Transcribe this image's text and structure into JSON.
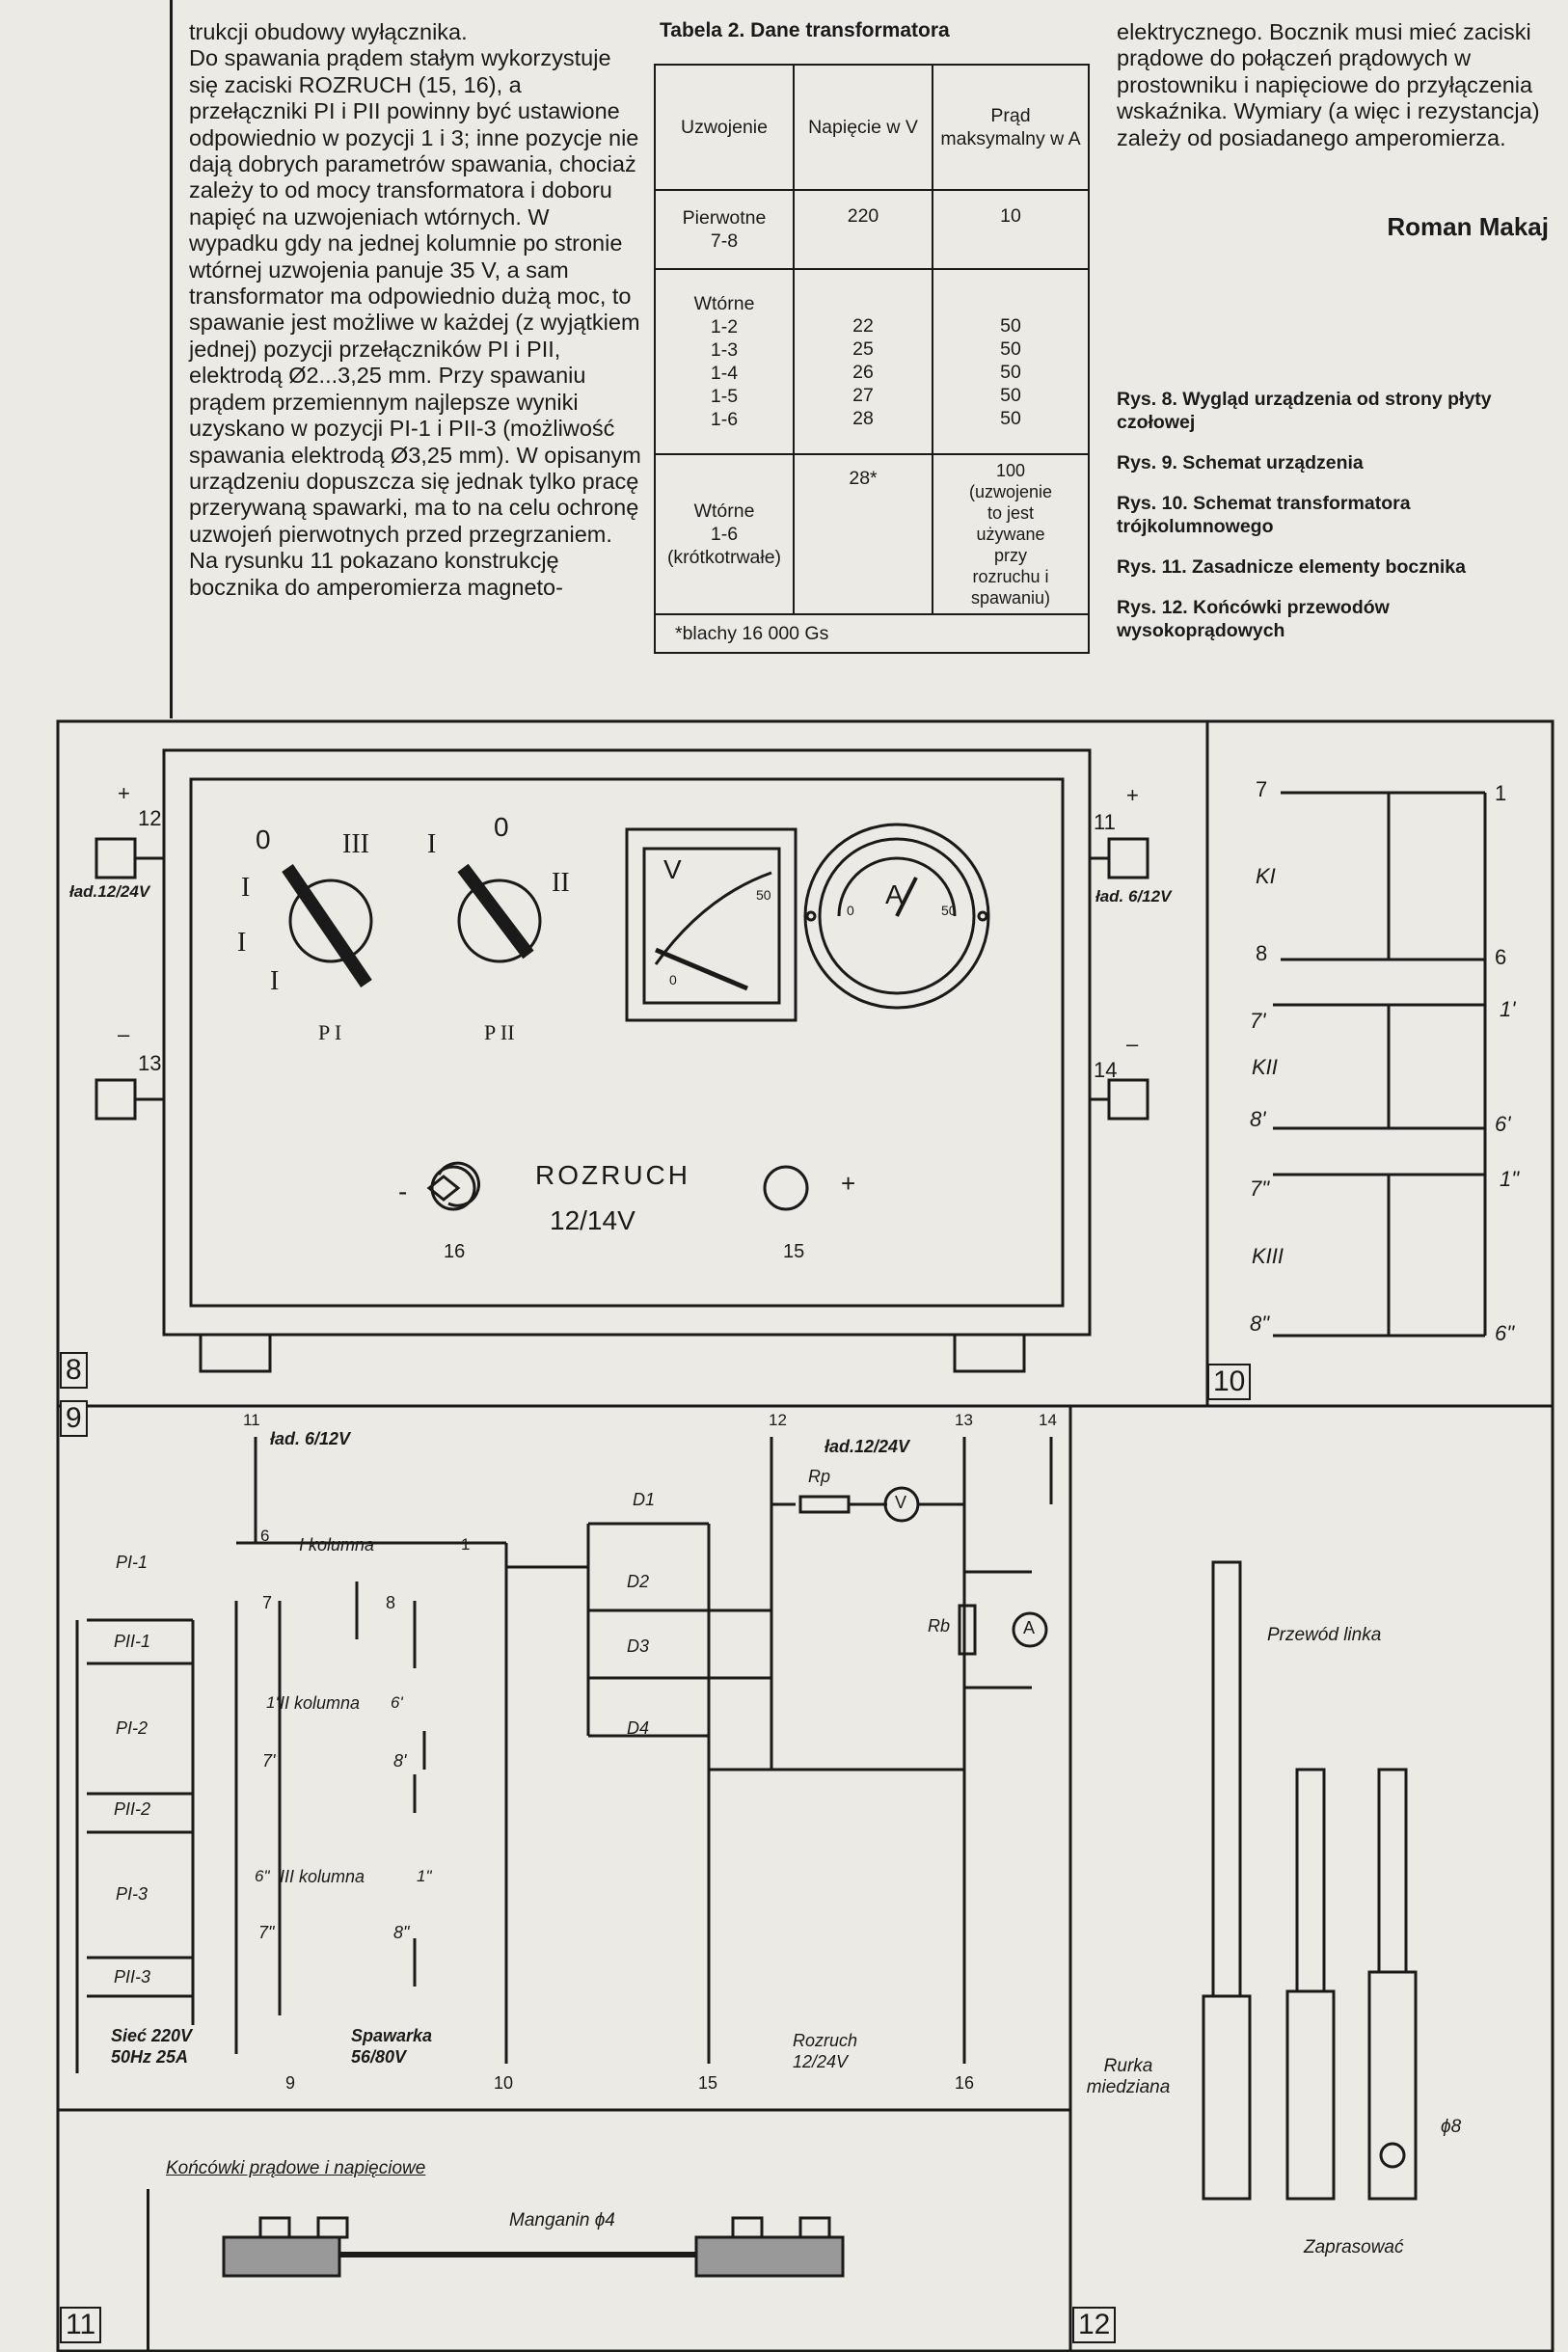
{
  "col1_paragraphs": [
    "trukcji obudowy wyłącznika.",
    "Do spawania prądem stałym wykorzystuje się zaciski ROZRUCH (15, 16), a przełączniki PI i PII powinny być ustawione odpowiednio w pozycji 1 i 3; inne pozycje nie dają dobrych parametrów spawania, chociaż zależy to od mocy transformatora i doboru napięć na uzwojeniach wtórnych. W wypadku gdy na jednej kolumnie po stronie wtórnej uzwojenia panuje 35 V, a sam transformator ma odpowiednio dużą moc, to spawanie jest możliwe w każdej (z wyjątkiem jednej) pozycji przełączników PI i PII, elektrodą Ø2...3,25 mm. Przy spawaniu prądem przemiennym najlepsze wyniki uzyskano w pozycji PI-1 i PII-3 (możliwość spawania elektrodą Ø3,25 mm). W opisanym urządzeniu dopuszcza się jednak tylko pracę przerywaną spawarki, ma to na celu ochronę uzwojeń pierwotnych przed przegrzaniem.",
    "Na rysunku 11 pokazano konstrukcję bocznika do amperomierza magneto-"
  ],
  "col3_text": "elektrycznego. Bocznik musi mieć zaciski prądowe do połączeń prądowych w prostowniku i napięciowe do przyłączenia wskaźnika. Wymiary (a więc i rezystancja) zależy od posiadanego amperomierza.",
  "author": "Roman Makaj",
  "captions": [
    "Rys. 8. Wygląd urządzenia od strony płyty czołowej",
    "Rys. 9. Schemat urządzenia",
    "Rys. 10. Schemat transformatora trójkolumnowego",
    "Rys. 11. Zasadnicze elementy bocznika",
    "Rys. 12. Końcówki przewodów wysokoprądowych"
  ],
  "table": {
    "title": "Tabela 2. Dane transformatora",
    "headers": [
      "Uzwojenie",
      "Napięcie w V",
      "Prąd maksymalny w A"
    ],
    "rows": [
      {
        "winding": "Pierwotne\n7-8",
        "voltage": "220",
        "current": "10"
      },
      {
        "winding": "Wtórne\n1-2\n1-3\n1-4\n1-5\n1-6",
        "voltage": "22\n25\n26\n27\n28",
        "current": "50\n50\n50\n50\n50"
      },
      {
        "winding": "Wtórne\n1-6\n(krótkotrwałe)",
        "voltage": "28*",
        "current": "100\n(uzwojenie to jest używane przy rozruchu i spawaniu)"
      }
    ],
    "footnote": "*blachy 16 000 Gs"
  },
  "fig8": {
    "left_top_num": "12",
    "left_top_label": "ład.12/24V",
    "left_bot_num": "13",
    "right_top_num": "11",
    "right_top_label": "ład. 6/12V",
    "right_bot_num": "14",
    "switch1_label": "P I",
    "switch2_label": "P II",
    "switch1_positions": [
      "0",
      "III",
      "I",
      "I",
      "I"
    ],
    "switch2_positions": [
      "I",
      "0",
      "II"
    ],
    "voltmeter": {
      "symbol": "V",
      "scale_min": "0",
      "scale_max": "50"
    },
    "ammeter": {
      "symbol": "A",
      "scale_min": "0",
      "scale_max": "50"
    },
    "rozruch_label": "ROZRUCH",
    "rozruch_voltage": "12/14V",
    "term16": "16",
    "term15": "15"
  },
  "fig10": {
    "labels": [
      "7",
      "1",
      "KI",
      "8",
      "6",
      "7'",
      "1'",
      "KII",
      "8'",
      "6'",
      "7\"",
      "1\"",
      "KIII",
      "8\"",
      "6\""
    ]
  },
  "fig9": {
    "top_labels": [
      "11",
      "ład. 6/12V",
      "12",
      "ład.12/24V",
      "13",
      "14"
    ],
    "columns": [
      "I kolumna",
      "II kolumna",
      "III kolumna"
    ],
    "winding_labels": [
      "6",
      "1",
      "7",
      "8",
      "1'",
      "6'",
      "7'",
      "8'",
      "6\"",
      "1\"",
      "7\"",
      "8\""
    ],
    "switches": [
      "PI-1",
      "PII-1",
      "PI-2",
      "PII-2",
      "PI-3",
      "PII-3"
    ],
    "diodes": [
      "D1",
      "D2",
      "D3",
      "D4"
    ],
    "rp": "Rp",
    "rb": "Rb",
    "voltmeter": "V",
    "ammeter": "A",
    "siec": "Sieć 220V\n50Hz 25A",
    "spawarka": "Spawarka\n56/80V",
    "rozruch": "Rozruch\n12/24V",
    "bottom_nums": [
      "9",
      "10",
      "15",
      "16"
    ]
  },
  "fig11": {
    "label1": "Końcówki prądowe i napięciowe",
    "label2": "Manganin ϕ4"
  },
  "fig12": {
    "label1": "Przewód linka",
    "label2": "Rurka miedziana",
    "label3": "ϕ8",
    "label4": "Zaprasować"
  }
}
